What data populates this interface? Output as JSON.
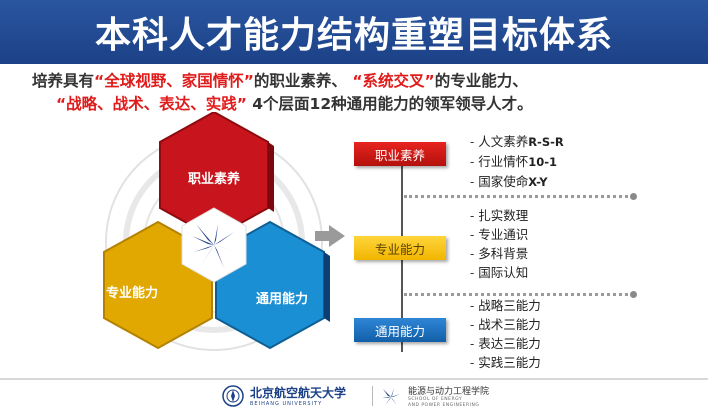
{
  "title": "本科人才能力结构重塑目标体系",
  "intro": {
    "l1_a": "培养具有",
    "l1_hl1": "“全球视野、家国情怀”",
    "l1_b": "的职业素养、",
    "l1_hl2": "“系统交叉”",
    "l1_c": "的专业能力、",
    "l2_hl": "“战略、战术、表达、实践”",
    "l2_b": " 4个层面12种通用能力的领军领导人才。"
  },
  "hexes": {
    "top": "职业素养",
    "left": "专业能力",
    "right": "通用能力"
  },
  "tree": {
    "groups": [
      {
        "label": "职业素养",
        "items": [
          "- 人文素养",
          "- 行业情怀",
          "- 国家使命"
        ],
        "codes": [
          "R-S-R",
          "10-1",
          "X-Y"
        ]
      },
      {
        "label": "专业能力",
        "items": [
          "- 扎实数理",
          "- 专业通识",
          "- 多科背景",
          "- 国际认知"
        ]
      },
      {
        "label": "通用能力",
        "items": [
          "- 战略三能力",
          "- 战术三能力",
          "- 表达三能力",
          "- 实践三能力"
        ]
      }
    ]
  },
  "footer": {
    "univ_cn": "北京航空航天大学",
    "univ_en": "BEIHANG UNIVERSITY",
    "school_cn": "能源与动力工程学院",
    "school_en1": "SCHOOL OF ENERGY",
    "school_en2": "AND POWER ENGINEERING"
  },
  "colors": {
    "title_bg": "#1c4187",
    "highlight": "#e01b1b",
    "hex_red": "#c8141c",
    "hex_yellow": "#e0a800",
    "hex_blue": "#1b8fd4"
  }
}
